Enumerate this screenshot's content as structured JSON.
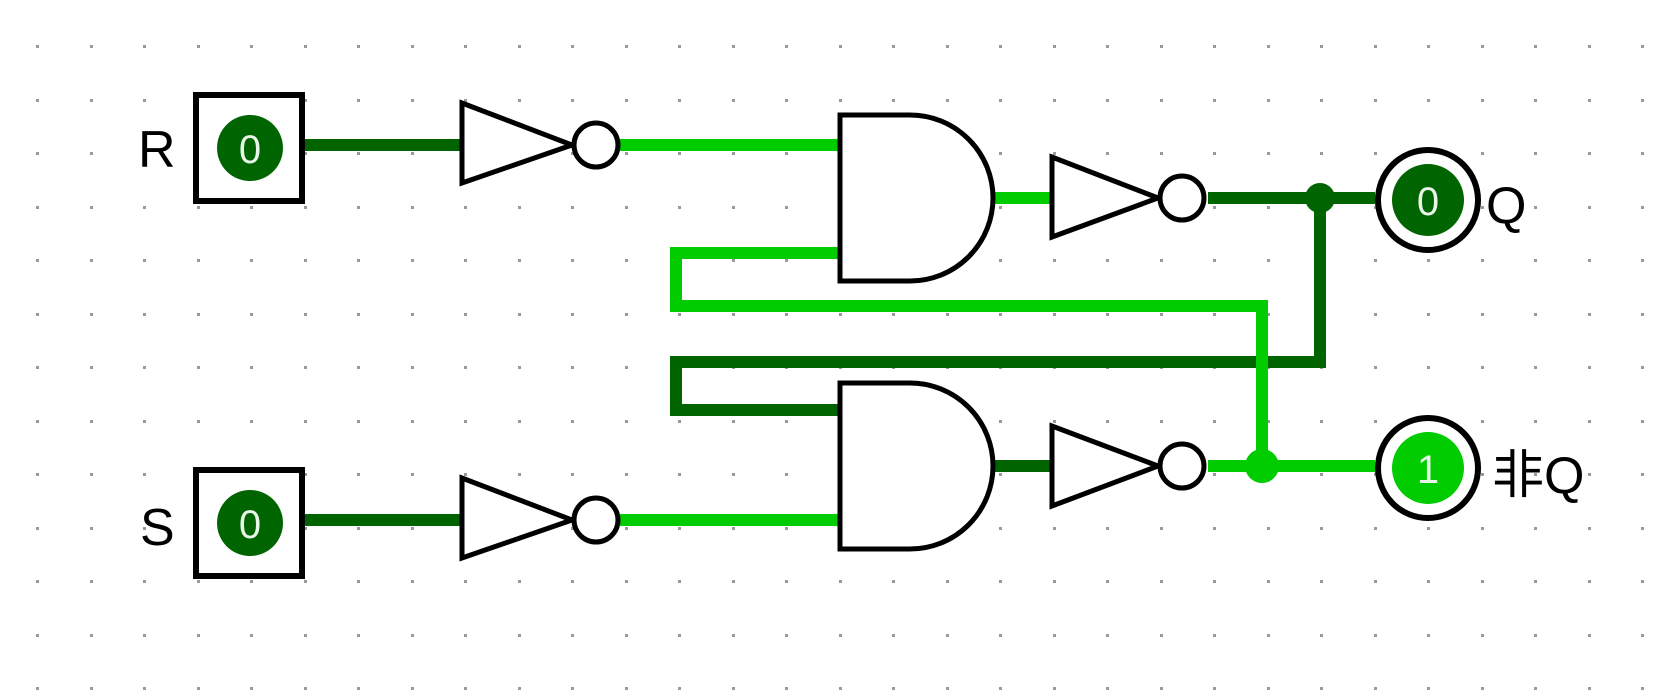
{
  "colors": {
    "wire_high": "#00cc00",
    "wire_low": "#006400",
    "background": "#ffffff",
    "grid_dot": "#9a9a9a",
    "outline": "#000000"
  },
  "inputs": {
    "r": {
      "label": "R",
      "value": "0"
    },
    "s": {
      "label": "S",
      "value": "0"
    }
  },
  "outputs": {
    "q": {
      "label": "Q",
      "value": "0"
    },
    "not_q": {
      "label": "非Q",
      "value": "1"
    }
  }
}
